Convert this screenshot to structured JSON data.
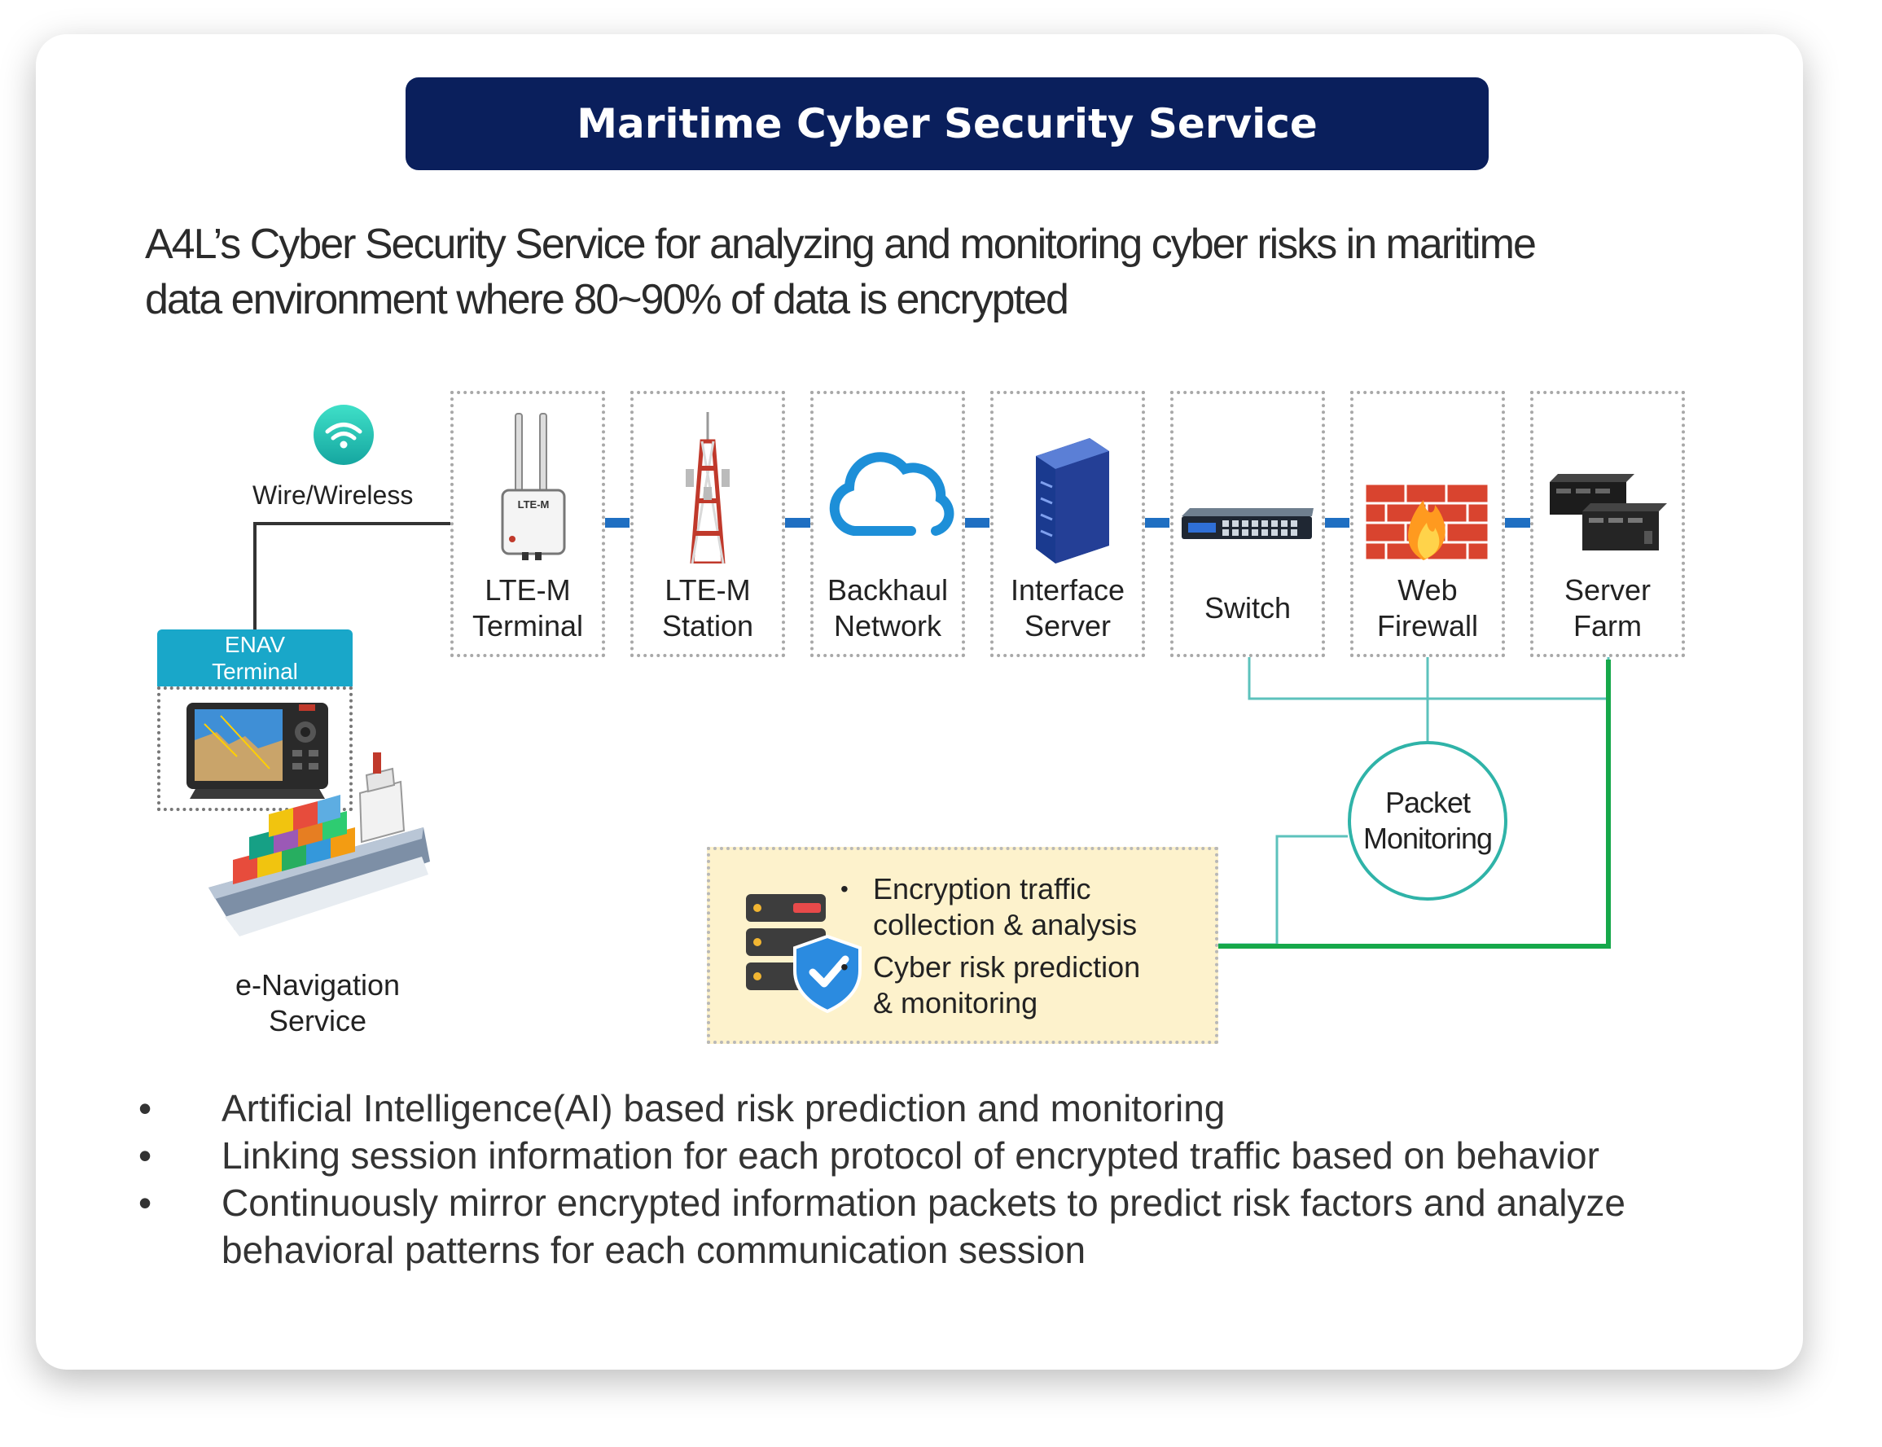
{
  "header": {
    "title": "Maritime Cyber Security Service"
  },
  "subtitle": "A4L’s Cyber Security Service for analyzing and monitoring cyber risks in maritime data environment where 80~90% of data is encrypted",
  "connection": {
    "label": "Wire/Wireless",
    "icon": "wifi-icon"
  },
  "enav": {
    "header": "ENAV\nTerminal",
    "caption": "e-Navigation\nService"
  },
  "nodes": [
    {
      "label": "LTE-M\nTerminal",
      "icon": "lte-terminal-icon"
    },
    {
      "label": "LTE-M\nStation",
      "icon": "cell-tower-icon"
    },
    {
      "label": "Backhaul\nNetwork",
      "icon": "cloud-icon"
    },
    {
      "label": "Interface\nServer",
      "icon": "server-icon"
    },
    {
      "label": "Switch",
      "icon": "network-switch-icon"
    },
    {
      "label": "Web\nFirewall",
      "icon": "firewall-icon"
    },
    {
      "label": "Server\nFarm",
      "icon": "server-farm-icon"
    }
  ],
  "lte_device_label": "LTE-M",
  "packet_monitoring": "Packet\nMonitoring",
  "monitor_box": {
    "items": [
      "Encryption traffic\ncollection & analysis",
      "Cyber risk prediction\n& monitoring"
    ],
    "icon": "shield-server-icon"
  },
  "bullets": [
    "Artificial Intelligence(AI) based risk prediction and monitoring",
    "Linking session information for each protocol of encrypted traffic based on behavior",
    "Continuously mirror encrypted information packets to predict risk factors and analyze behavioral patterns for each communication session"
  ],
  "colors": {
    "title_bg": "#0a1f5c",
    "enav": "#19a7c9",
    "teal": "#2fb3a8",
    "link": "#1f6fc2",
    "green": "#16a84a",
    "monitor_bg": "#fdf2cc"
  }
}
